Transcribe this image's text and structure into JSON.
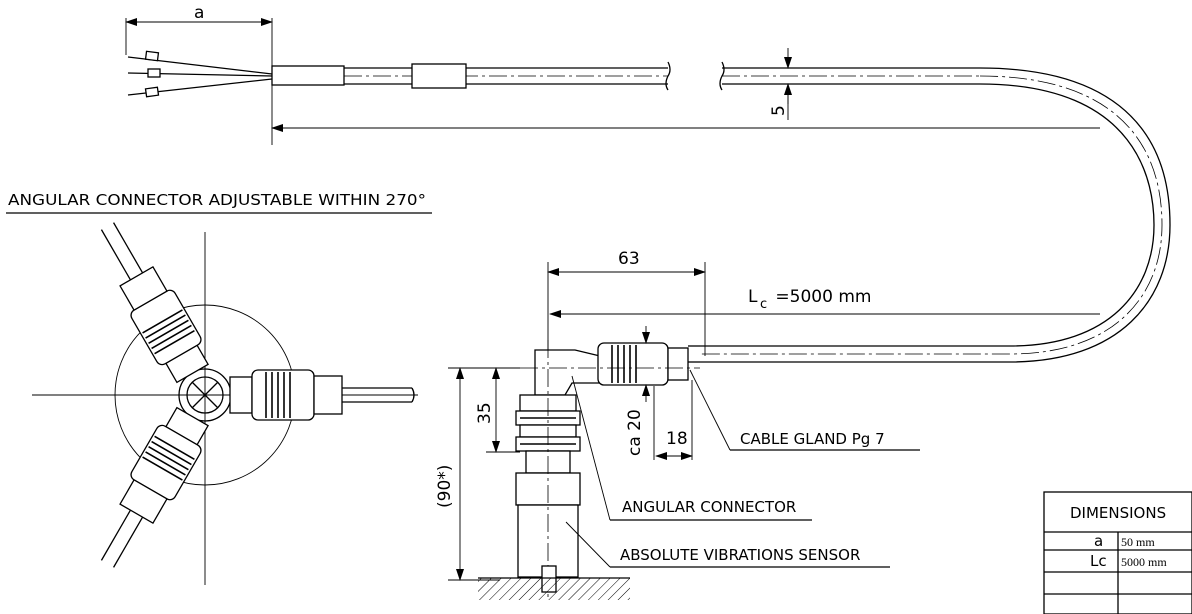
{
  "title": "ANGULAR CONNECTOR ADJUSTABLE WITHIN 270°",
  "dimensions": {
    "a_label": "a",
    "cable_diameter": "5",
    "cable_length_symbol": "L",
    "cable_length_subscript": "c",
    "cable_length_value": " =5000 mm",
    "connector_length": "63",
    "connector_height": "35",
    "connector_width": "ca 20",
    "gland_length": "18",
    "total_height": "(90*)"
  },
  "labels": {
    "cable_gland": "CABLE GLAND Pg 7",
    "angular_connector": "ANGULAR CONNECTOR",
    "sensor": "ABSOLUTE VIBRATIONS SENSOR"
  },
  "table": {
    "header": "DIMENSIONS",
    "rows": [
      {
        "symbol": "a",
        "value": "50 mm"
      },
      {
        "symbol": "Lc",
        "value": "5000 mm"
      },
      {
        "symbol": "",
        "value": ""
      },
      {
        "symbol": "",
        "value": ""
      }
    ]
  }
}
